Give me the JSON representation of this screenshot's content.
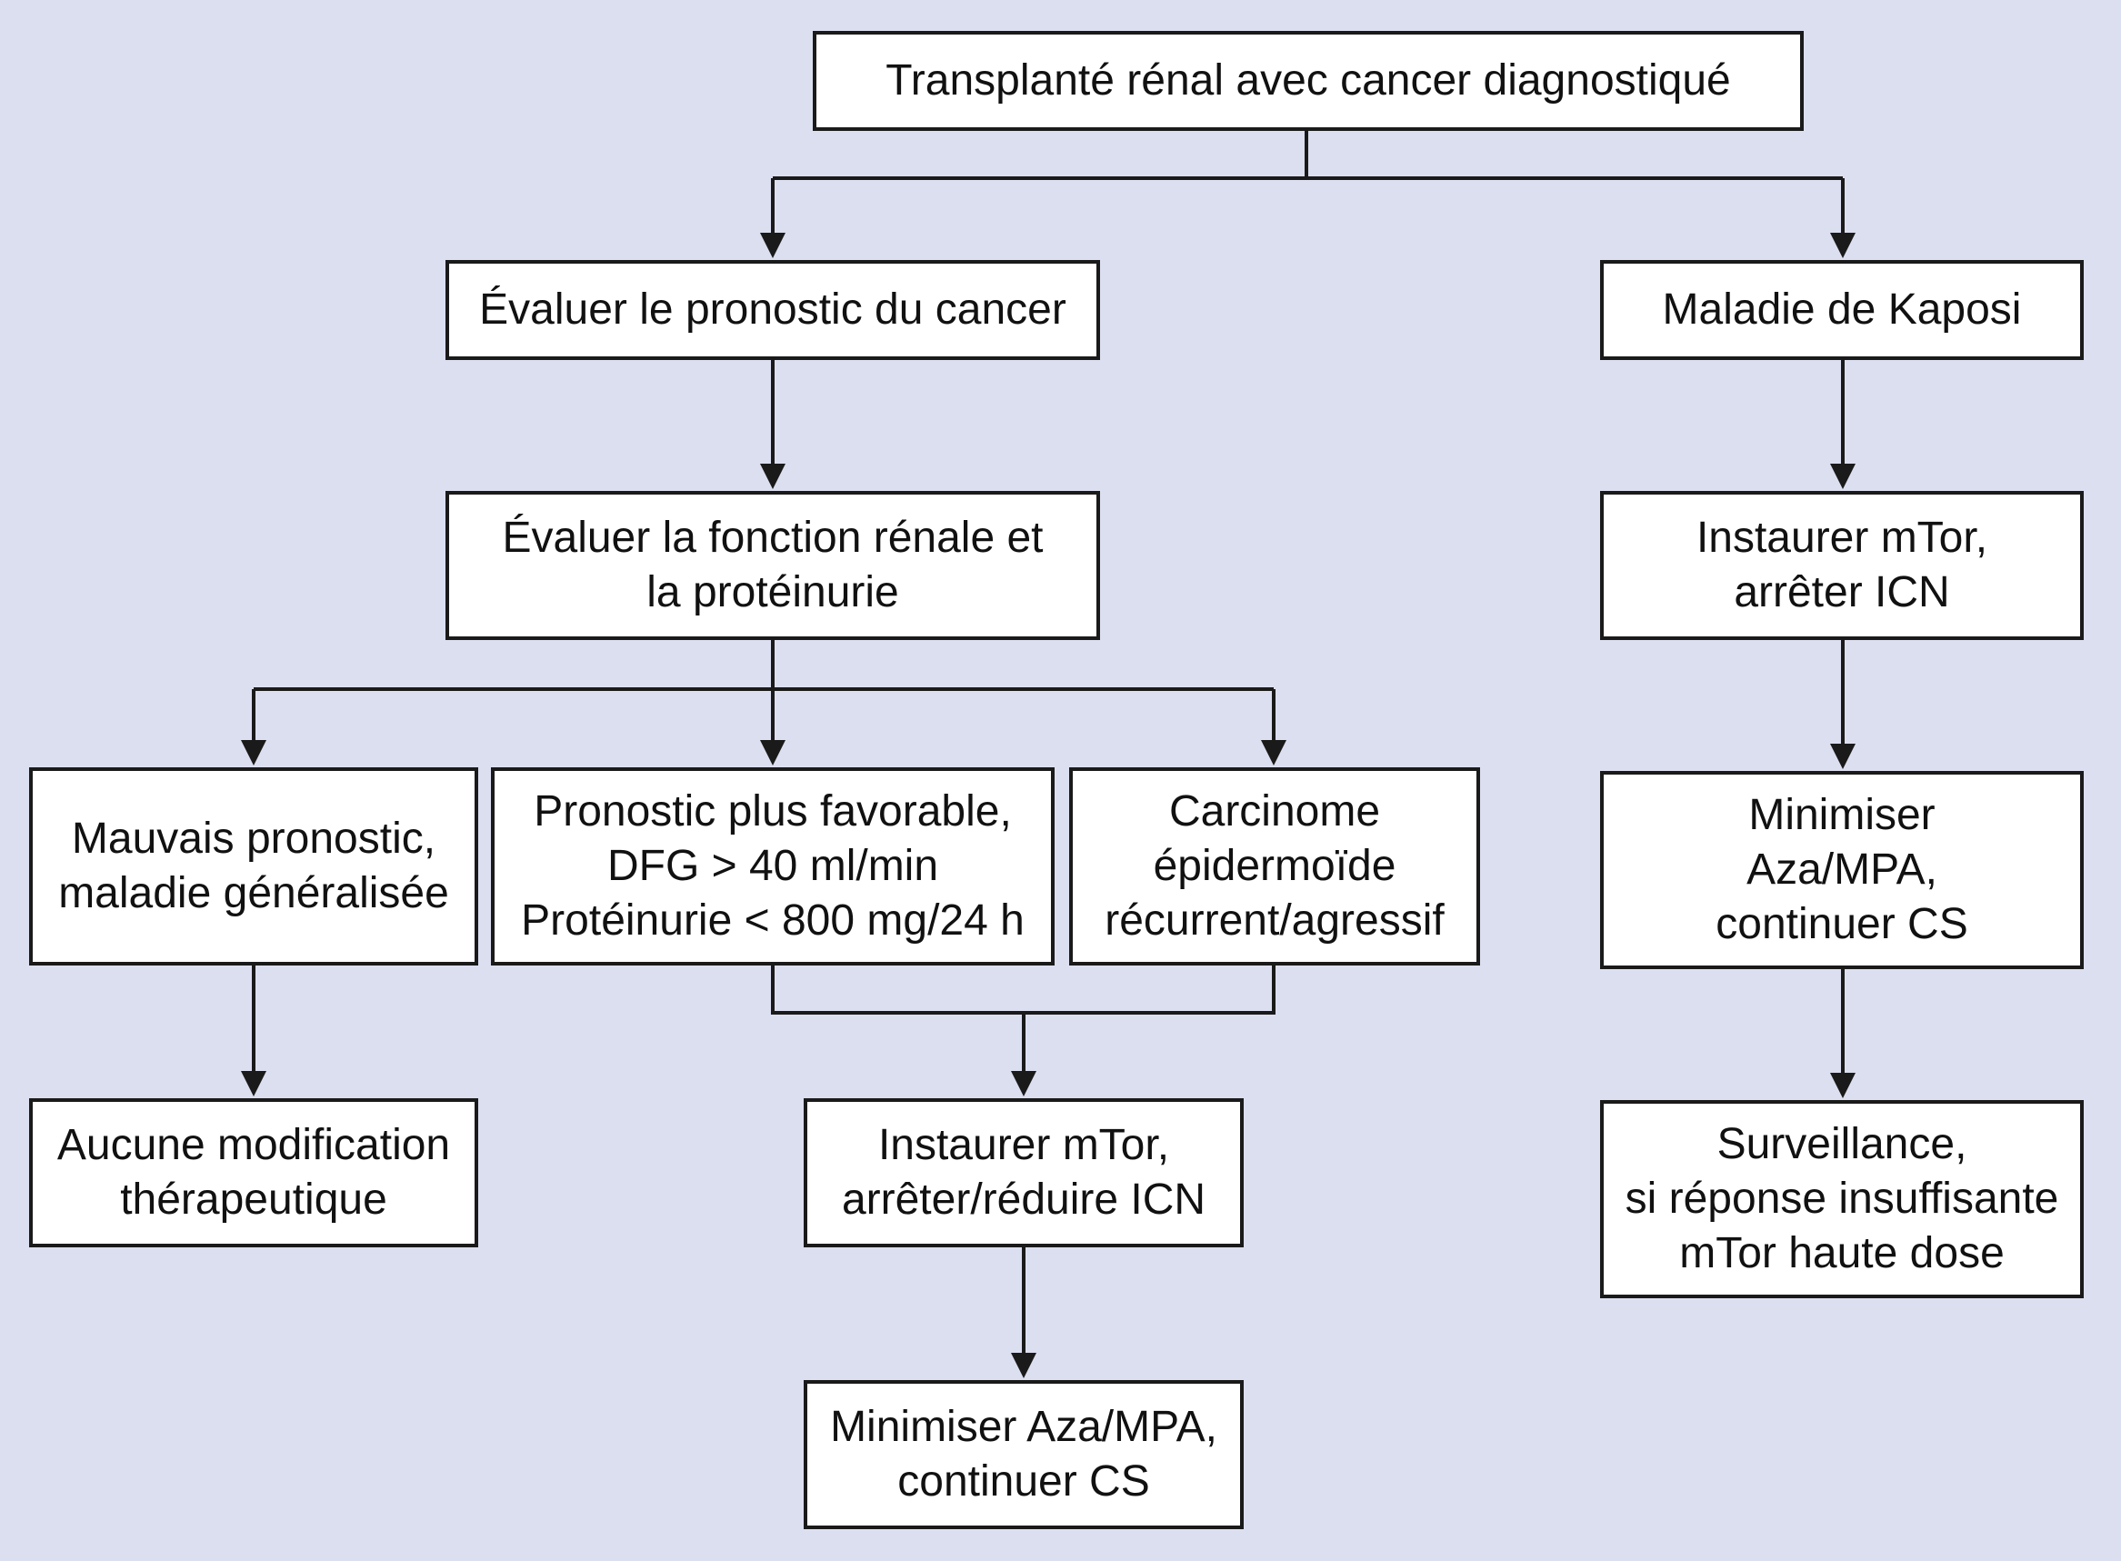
{
  "colors": {
    "background": "#dcdff0",
    "box_fill": "#ffffff",
    "stroke": "#1a1a1a"
  },
  "nodes": {
    "root": {
      "lines": [
        "Transplanté rénal avec cancer diagnostiqué"
      ]
    },
    "evaluate_prognosis": {
      "lines": [
        "Évaluer le pronostic du cancer"
      ]
    },
    "kaposi": {
      "lines": [
        "Maladie de Kaposi"
      ]
    },
    "evaluate_renal": {
      "lines": [
        "Évaluer la fonction rénale et",
        "la protéinurie"
      ]
    },
    "kaposi_mtor": {
      "lines": [
        "Instaurer mTor,",
        "arrêter ICN"
      ]
    },
    "poor_prognosis": {
      "lines": [
        "Mauvais pronostic,",
        "maladie généralisée"
      ]
    },
    "favorable_prognosis": {
      "lines": [
        "Pronostic plus favorable,",
        "DFG > 40 ml/min",
        "Protéinurie < 800 mg/24 h"
      ]
    },
    "carcinoma": {
      "lines": [
        "Carcinome",
        "épidermoïde",
        "récurrent/agressif"
      ]
    },
    "kaposi_minimize": {
      "lines": [
        "Minimiser",
        "Aza/MPA,",
        "continuer CS"
      ]
    },
    "no_change": {
      "lines": [
        "Aucune modification",
        "thérapeutique"
      ]
    },
    "start_mtor": {
      "lines": [
        "Instaurer mTor,",
        "arrêter/réduire ICN"
      ]
    },
    "surveillance": {
      "lines": [
        "Surveillance,",
        "si réponse insuffisante",
        "mTor haute dose"
      ]
    },
    "minimize": {
      "lines": [
        "Minimiser Aza/MPA,",
        "continuer CS"
      ]
    }
  }
}
